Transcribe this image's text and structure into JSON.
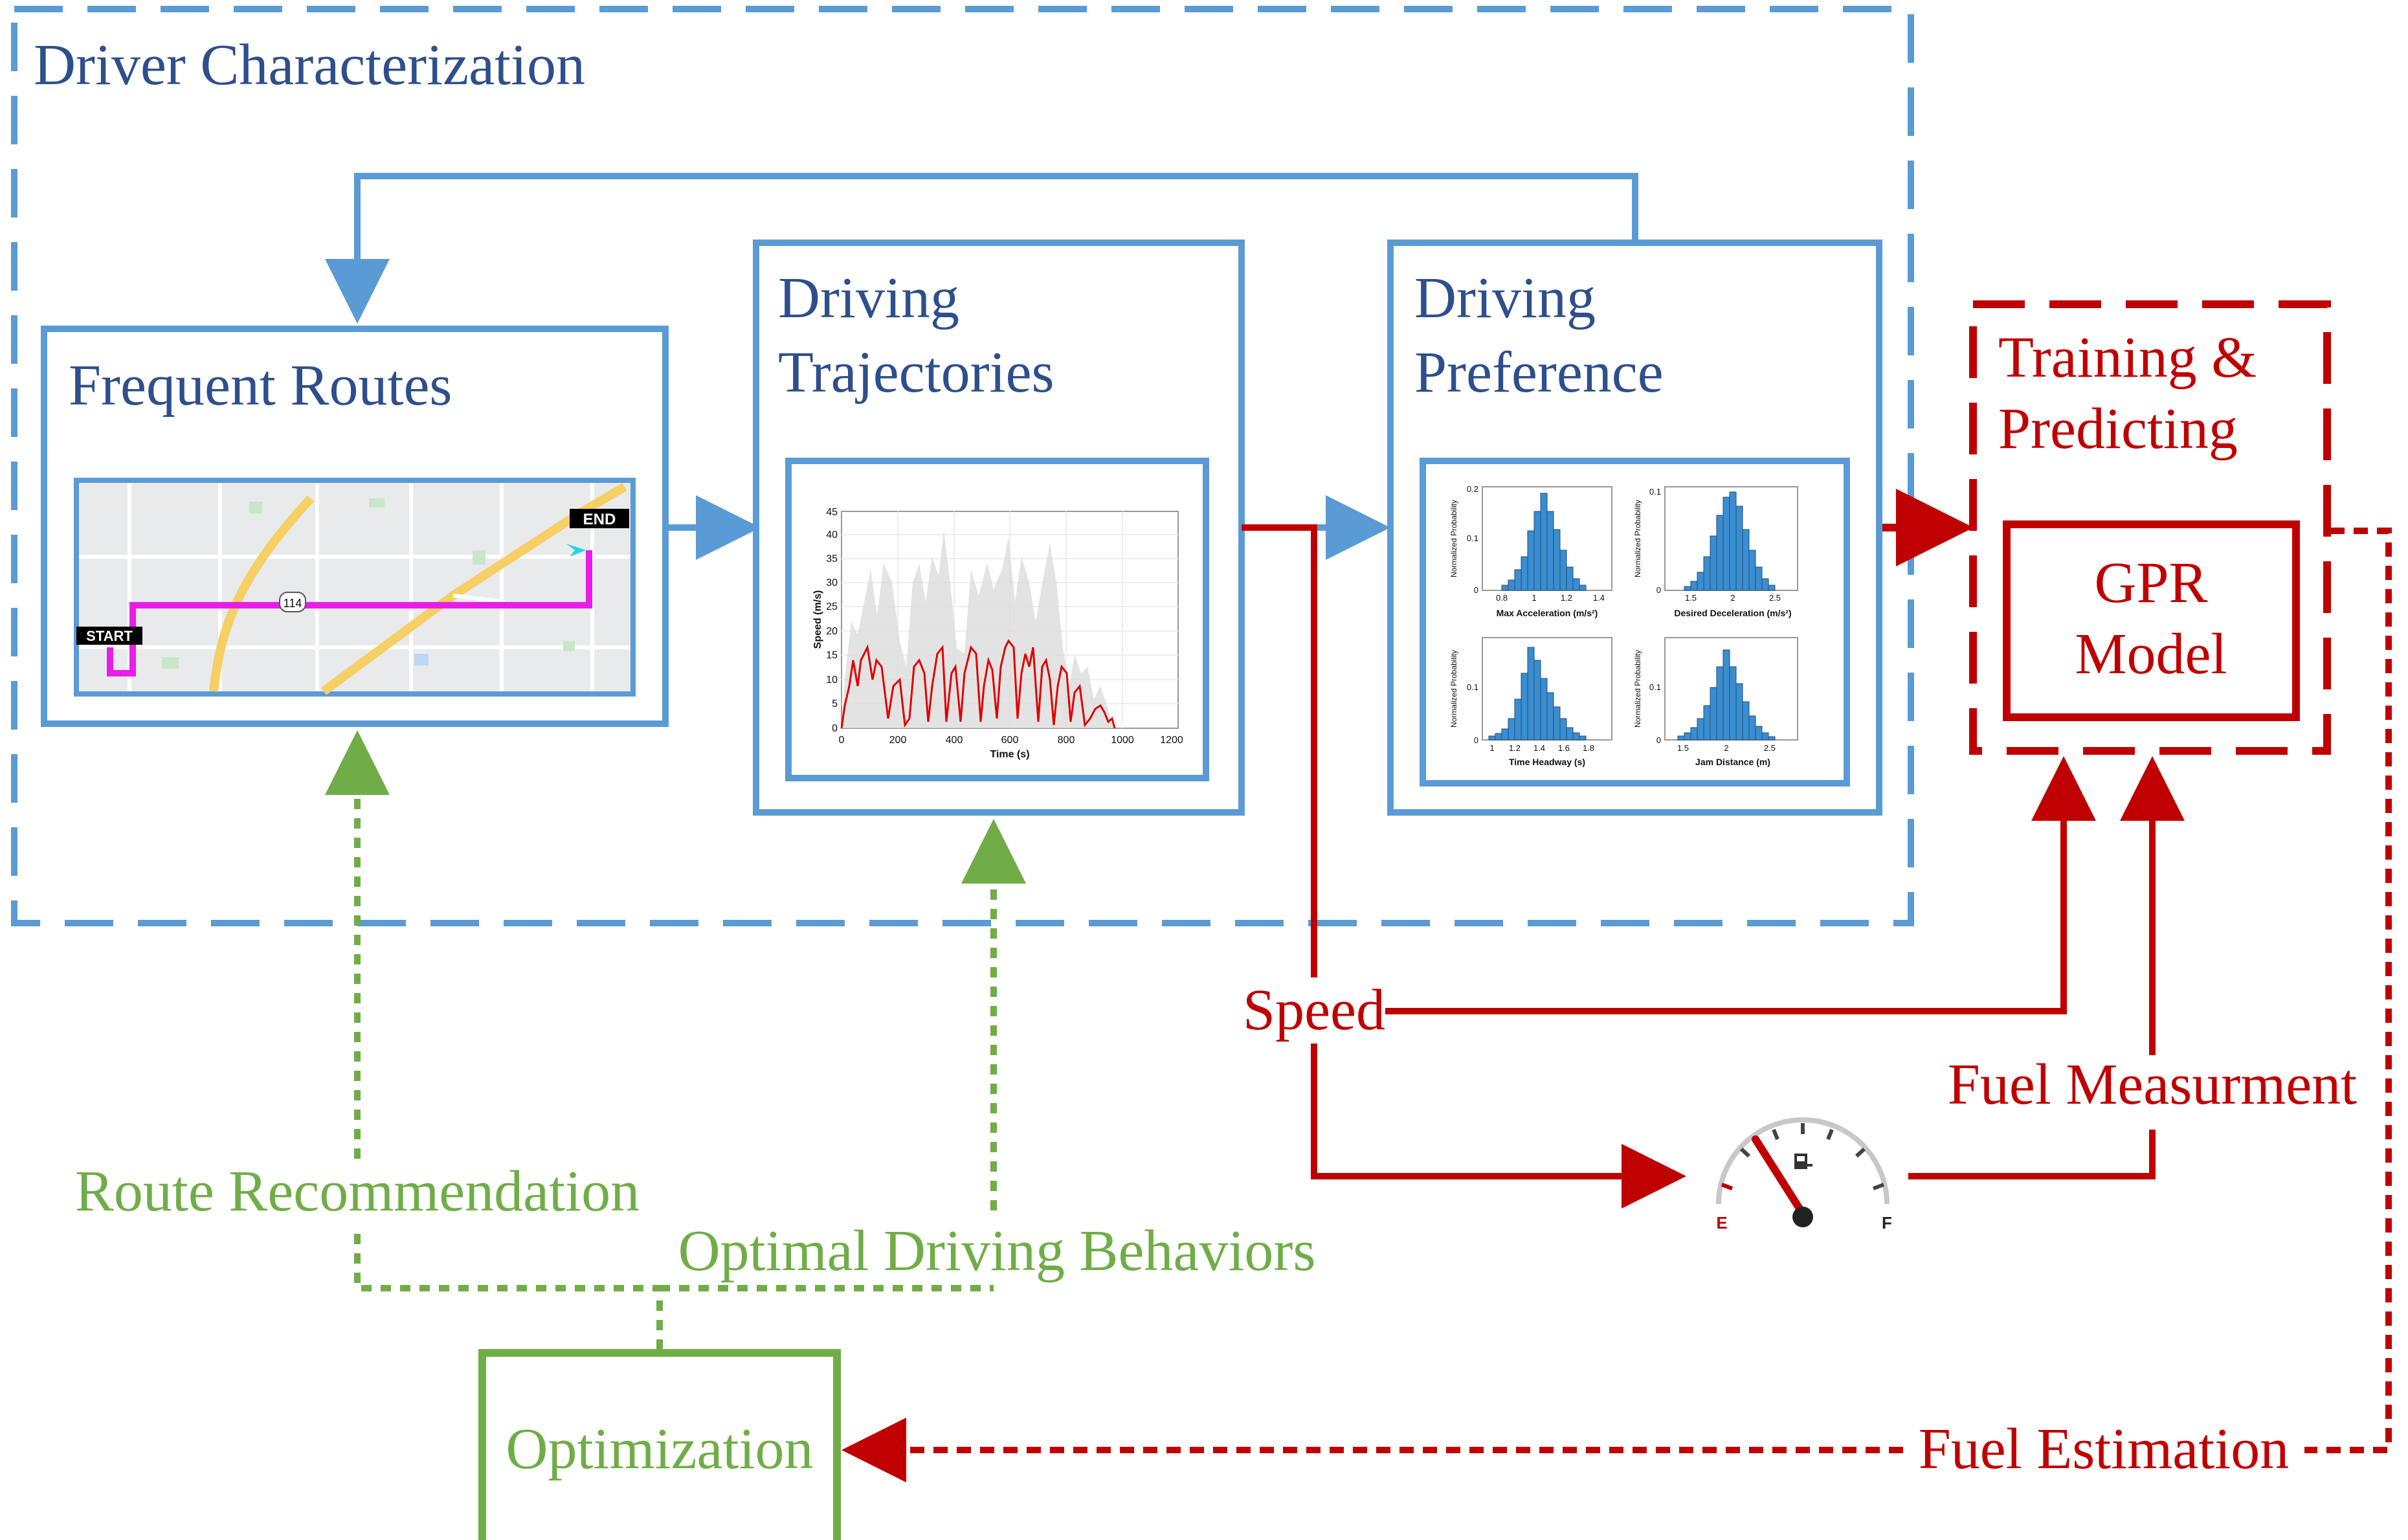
{
  "colors": {
    "blue": "#5b9bd5",
    "blue_text": "#2e4f8c",
    "red": "#c00000",
    "green": "#70ad47"
  },
  "driver_characterization": {
    "title": "Driver Characterization"
  },
  "frequent_routes": {
    "title": "Frequent Routes",
    "map": {
      "start_label": "START",
      "end_label": "END",
      "road_label": "114"
    }
  },
  "driving_trajectories": {
    "title_line1": "Driving",
    "title_line2": "Trajectories",
    "chart": {
      "ylabel": "Speed (m/s)",
      "xlabel": "Time (s)",
      "yticks": [
        "0",
        "5",
        "10",
        "15",
        "20",
        "25",
        "30",
        "35",
        "40",
        "45"
      ],
      "xticks": [
        "0",
        "200",
        "400",
        "600",
        "800",
        "1000",
        "1200"
      ]
    }
  },
  "driving_preference": {
    "title_line1": "Driving",
    "title_line2": "Preference",
    "histograms": [
      {
        "xlabel": "Max Acceleration (m/s²)",
        "ylabel": "Normalized Probability",
        "yticks": [
          "0",
          "0.1",
          "0.2"
        ],
        "xticks": [
          "0.8",
          "1",
          "1.2",
          "1.4"
        ]
      },
      {
        "xlabel": "Desired Deceleration (m/s²)",
        "ylabel": "Normalized Probability",
        "yticks": [
          "0",
          "0.1"
        ],
        "xticks": [
          "1.5",
          "2",
          "2.5"
        ]
      },
      {
        "xlabel": "Time Headway (s)",
        "ylabel": "Normalized Probability",
        "yticks": [
          "0",
          "0.1"
        ],
        "xticks": [
          "1",
          "1.2",
          "1.4",
          "1.6",
          "1.8"
        ]
      },
      {
        "xlabel": "Jam Distance (m)",
        "ylabel": "Normalized Probability",
        "yticks": [
          "0",
          "0.1"
        ],
        "xticks": [
          "1.5",
          "2",
          "2.5"
        ]
      }
    ]
  },
  "training_predicting": {
    "title_line1": "Training &",
    "title_line2": "Predicting"
  },
  "gpr_model": {
    "line1": "GPR",
    "line2": "Model"
  },
  "labels": {
    "speed": "Speed",
    "fuel_measurement": "Fuel Measurment",
    "fuel_estimation": "Fuel Estimation",
    "route_recommendation": "Route Recommendation",
    "optimal_driving_behaviors": "Optimal Driving Behaviors",
    "optimization": "Optimization"
  },
  "gauge": {
    "empty_label": "E",
    "full_label": "F"
  }
}
